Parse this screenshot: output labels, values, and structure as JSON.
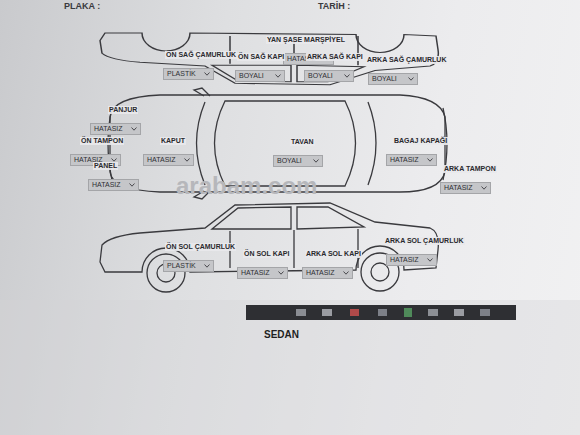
{
  "diagram": {
    "nodes": [
      {
        "text": [
          "YAN ŞASE MARŞPİYEL",
          "HATASIZ"
        ]
      },
      {
        "text": [
          "ÖN SAĞ ÇAMURLUK",
          "PLASTİK"
        ]
      },
      {
        "text": [
          "ÖN SAĞ KAPI",
          "BOYALI"
        ]
      },
      {
        "text": [
          "ARKA SAĞ KAPI",
          "BOYALI"
        ]
      },
      {
        "text": [
          "ARKA SAĞ ÇAMURLUK",
          "BOYALI"
        ]
      },
      {
        "text": [
          "PANJUR",
          "HATASIZ"
        ]
      },
      {
        "text": [
          "ÖN TAMPON",
          "HATASIZ"
        ]
      },
      {
        "text": [
          "KAPUT",
          "HATASIZ"
        ]
      },
      {
        "text": [
          "TAVAN",
          "BOYALI"
        ]
      },
      {
        "text": [
          "BAGAJ KAPAĞI",
          "HATASIZ"
        ]
      },
      {
        "text": [
          "PANEL",
          "HATASIZ"
        ]
      },
      {
        "text": [
          "ARKA TAMPON",
          "HATASIZ"
        ]
      },
      {
        "text": [
          "ARKA SOL ÇAMURLUK",
          "HATASIZ"
        ]
      },
      {
        "text": [
          "ÖN SOL ÇAMURLUK",
          "PLASTİK"
        ]
      },
      {
        "text": [
          "ÖN SOL KAPI",
          "HATASIZ"
        ]
      },
      {
        "text": [
          "ARKA SOL KAPI",
          "HATASIZ"
        ]
      }
    ],
    "labels": [
      "PLAKA :",
      "TARİH :",
      "arabam.com",
      "SEDAN"
    ]
  }
}
